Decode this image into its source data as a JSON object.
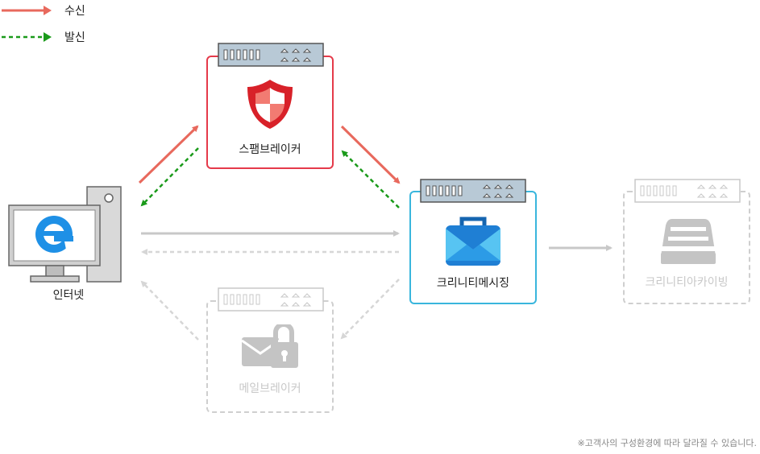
{
  "legend": {
    "receive_label": "수신",
    "send_label": "발신",
    "receive_color": "#e8695d",
    "send_color": "#1a9a1a"
  },
  "nodes": {
    "internet_label": "인터넷",
    "spam_label": "스팸브레이커",
    "mesh_label": "크리니티메시징",
    "mail_label": "메일브레이커",
    "archiving_label": "크리니티아카이빙"
  },
  "colors": {
    "spam_border": "#e53a4a",
    "mesh_border": "#39b6dd",
    "inactive": "#cfcfcf"
  },
  "footnote": "※고객사의 구성환경에 따라 달라질 수 있습니다."
}
